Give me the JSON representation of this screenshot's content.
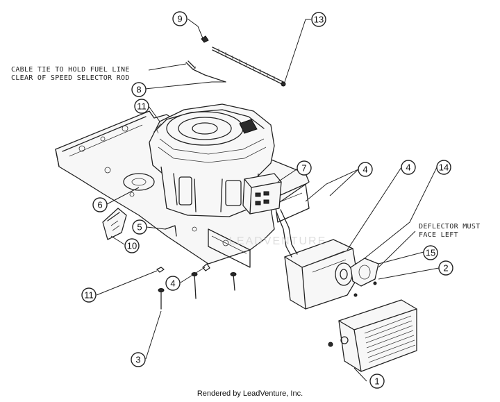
{
  "notes": {
    "cable_tie_line1": "CABLE TIE TO HOLD FUEL LINE",
    "cable_tie_line2": "CLEAR OF SPEED SELECTOR ROD",
    "deflector_line1": "DEFLECTOR MUST",
    "deflector_line2": "FACE LEFT"
  },
  "callouts": {
    "c9": "9",
    "c13": "13",
    "c8": "8",
    "c11_top": "11",
    "c7": "7",
    "c4_right_a": "4",
    "c4_right_b": "4",
    "c14": "14",
    "c6": "6",
    "c5": "5",
    "c10": "10",
    "c15": "15",
    "c2": "2",
    "c11_bottom": "11",
    "c4_left": "4",
    "c3": "3",
    "c1": "1"
  },
  "watermark": "LEADVENTURE",
  "footer": "Rendered by LeadVenture, Inc."
}
